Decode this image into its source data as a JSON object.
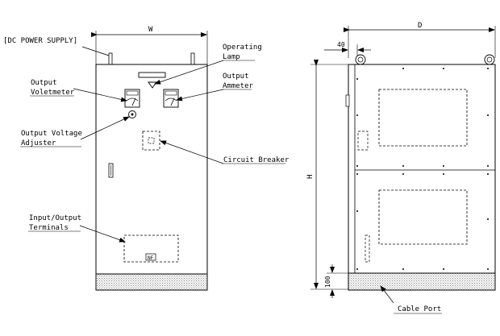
{
  "labels": {
    "dc_power_supply": "[DC POWER SUPPLY]",
    "width_dim": "W",
    "depth_dim": "D",
    "height_dim": "H",
    "dim_40": "40",
    "dim_100": "100",
    "operating_lamp_1": "Operating",
    "operating_lamp_2": "Lamp",
    "output_voltmeter_1": "Output",
    "output_voltmeter_2": "Voletmeter",
    "output_ammeter_1": "Output",
    "output_ammeter_2": "Ammeter",
    "output_voltage_adjuster_1": "Output Voltage",
    "output_voltage_adjuster_2": "Adjuster",
    "circuit_breaker": "Circuit Breaker",
    "io_terminals_1": "Input/Output",
    "io_terminals_2": "Terminals",
    "terminal_block_tag": "NF",
    "cable_port": "Cable Port"
  },
  "colors": {
    "line": "#000000",
    "background": "#ffffff",
    "base_hatch": "#888888"
  }
}
